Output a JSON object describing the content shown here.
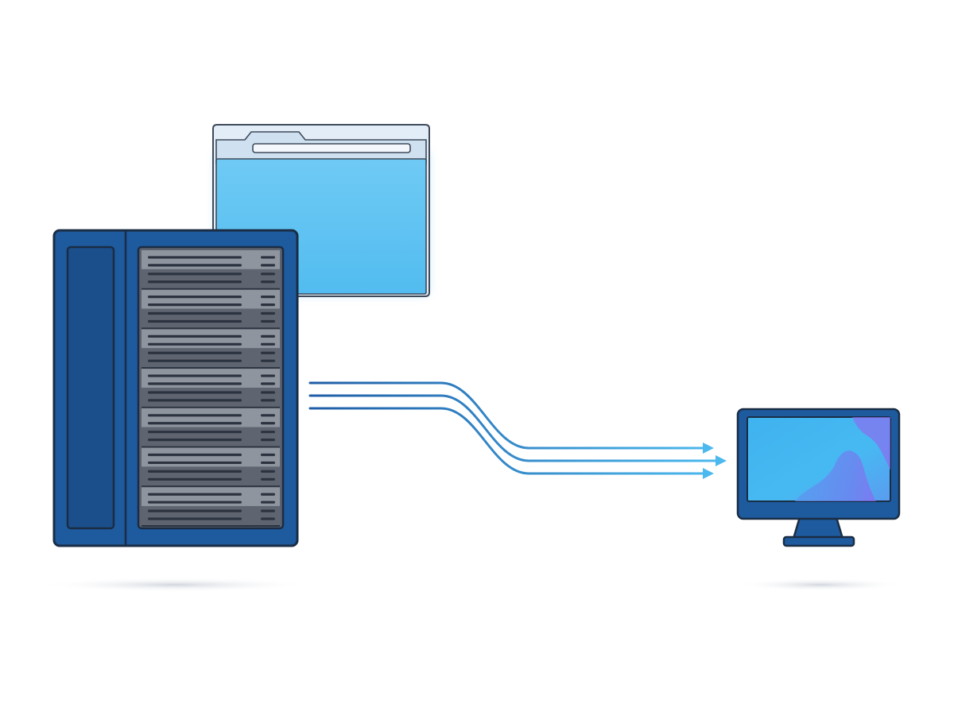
{
  "diagram": {
    "nodes": [
      {
        "id": "server",
        "kind": "server-rack",
        "units": 7
      },
      {
        "id": "folder",
        "kind": "folder"
      },
      {
        "id": "monitor",
        "kind": "desktop-monitor"
      }
    ],
    "connections": [
      {
        "from": "server",
        "to": "monitor",
        "lines": 3,
        "style": "arrows"
      }
    ]
  },
  "colors": {
    "background": "#ffffff",
    "server_body": "#1e5a9e",
    "server_outline": "#1a2d44",
    "rack_unit_light": "#8d939c",
    "rack_unit_dark": "#5d636e",
    "rack_slot": "#2c3340",
    "folder_fill": "#5cc1f2",
    "folder_tab": "#dde9f5",
    "connector_start": "#1f5da6",
    "connector_end": "#4cb9ee",
    "monitor_frame": "#1e5a9e",
    "monitor_screen": "#44b6ef",
    "monitor_accent": "#7f6df0",
    "shadow": "#dfe3e8"
  }
}
